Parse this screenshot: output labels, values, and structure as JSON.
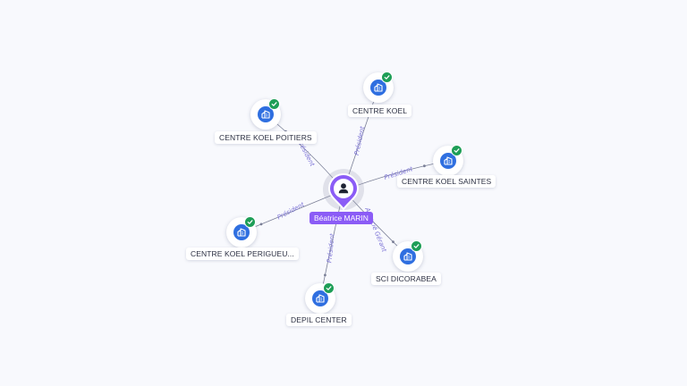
{
  "colors": {
    "accent_purple": "#8b5cf6",
    "company_blue": "#2f6fe0",
    "verified_green": "#1e9e57",
    "edge_label": "#7b72d6",
    "background": "#f8f9fd"
  },
  "center": {
    "label": "Béatrice MARIN",
    "icon": "person-icon"
  },
  "nodes": [
    {
      "id": "centre-koel",
      "label": "CENTRE KOEL",
      "icon": "building-icon",
      "verified": true,
      "edge_label": "Président"
    },
    {
      "id": "centre-koel-poitiers",
      "label": "CENTRE KOEL POITIERS",
      "icon": "building-icon",
      "verified": true,
      "edge_label": "Président"
    },
    {
      "id": "centre-koel-saintes",
      "label": "CENTRE KOEL SAINTES",
      "icon": "building-icon",
      "verified": true,
      "edge_label": "Président"
    },
    {
      "id": "centre-koel-perigueux",
      "label": "CENTRE KOEL PERIGUEU...",
      "icon": "building-icon",
      "verified": true,
      "edge_label": "Président"
    },
    {
      "id": "sci-dicorabea",
      "label": "SCI DICORABEA",
      "icon": "building-icon",
      "verified": true,
      "edge_label": "Associé Gérant"
    },
    {
      "id": "depil-center",
      "label": "DEPIL CENTER",
      "icon": "building-icon",
      "verified": true,
      "edge_label": "Président"
    }
  ]
}
